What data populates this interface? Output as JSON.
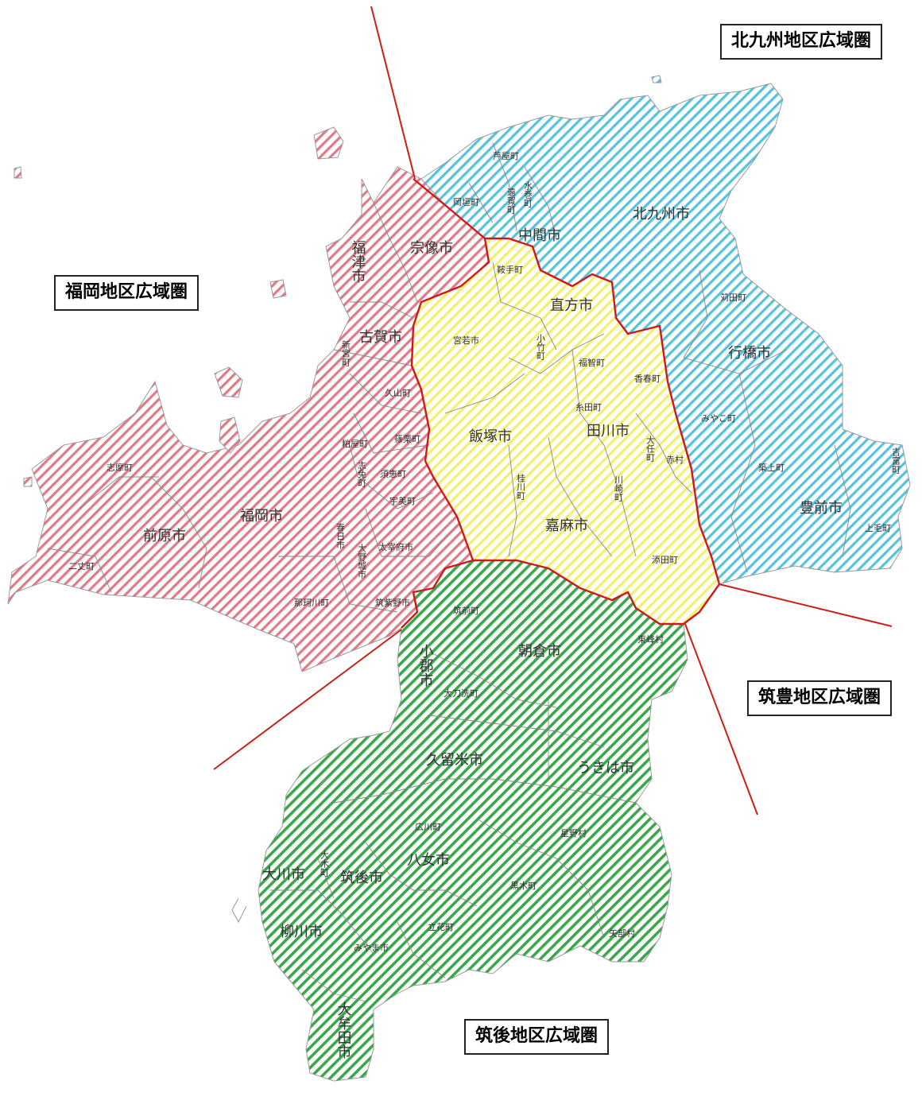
{
  "colors": {
    "fukuoka": "#e07a86",
    "kitakyushu": "#55c3dd",
    "chikuho": "#f4f06a",
    "chikugo": "#3aa84a",
    "divider": "#cc1f14",
    "district_border": "#d2171b"
  },
  "regions": {
    "kitakyushu": "北九州地区広域圏",
    "fukuoka": "福岡地区広域圏",
    "chikuho": "筑豊地区広域圏",
    "chikugo": "筑後地区広域圏"
  },
  "municipalities": {
    "ashiya": "芦屋町",
    "mizumaki": "水巻町",
    "onga": "遠賀町",
    "okagaki": "岡垣町",
    "nakama": "中間市",
    "kitakyushu": "北九州市",
    "munakata": "宗像市",
    "fukutsu": "福津市",
    "kurate": "鞍手町",
    "nogata": "直方市",
    "kanda": "苅田町",
    "miyawaka": "宮若市",
    "kotake": "小竹町",
    "koga": "古賀市",
    "shingu": "新宮町",
    "fukuchi": "福智町",
    "yukuhashi": "行橋市",
    "kawara": "香春町",
    "hisayama": "久山町",
    "itoda": "糸田町",
    "miyako": "みやこ町",
    "kasuya": "粕屋町",
    "sasaguri": "篠栗町",
    "iizuka": "飯塚市",
    "tagawa": "田川市",
    "oto": "大任町",
    "shime": "志免町",
    "sue": "須恵町",
    "akamura": "赤村",
    "chikujo": "築上町",
    "yoshitomi": "吉富町",
    "shima": "志摩町",
    "keisen": "桂川町",
    "kawasaki": "川崎町",
    "umi": "宇美町",
    "fukuoka": "福岡市",
    "buzen": "豊前市",
    "maebaru": "前原市",
    "kasuga": "春日市",
    "kama": "嘉麻市",
    "kouge": "上毛町",
    "onojo": "大野城市",
    "dazaifu": "太宰府市",
    "nijo": "二丈町",
    "soeda": "添田町",
    "nakagawa": "那珂川町",
    "chikushino": "筑紫野市",
    "chikuzen": "筑前町",
    "toho": "東峰村",
    "ogori": "小郡市",
    "asakura": "朝倉市",
    "tachiarai": "大刀洗町",
    "kurume": "久留米市",
    "ukiha": "うきは市",
    "hirokawa": "広川町",
    "hoshino": "星野村",
    "yame": "八女市",
    "okawa": "大川市",
    "oki": "大木町",
    "chikugo": "筑後市",
    "kurogi": "黒木町",
    "yanagawa": "柳川市",
    "tachibana": "立花町",
    "yabe": "矢部村",
    "miyama": "みやま市",
    "omuta": "大牟田市"
  }
}
